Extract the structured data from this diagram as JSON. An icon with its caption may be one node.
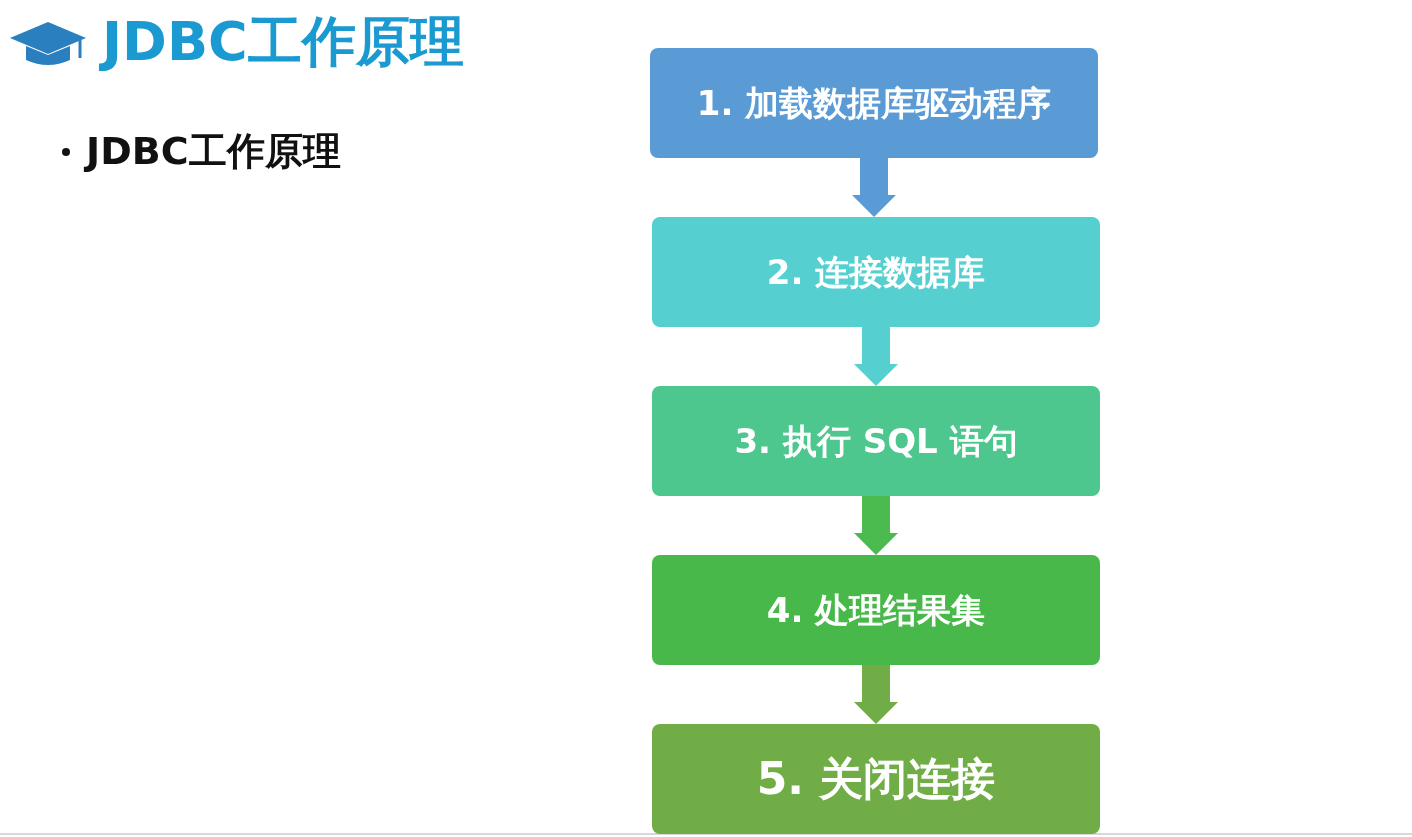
{
  "diagram": {
    "title": "JDBC工作原理",
    "nodes": [
      {
        "text": [
          "1. 加载数据库驱动程序"
        ]
      },
      {
        "text": [
          "2. 连接数据库"
        ]
      },
      {
        "text": [
          "3. 执行 SQL 语句"
        ]
      },
      {
        "text": [
          "4. 处理结果集"
        ]
      },
      {
        "text": [
          "5. 关闭连接"
        ]
      }
    ],
    "edges": [
      {
        "from": 0,
        "to": 1,
        "arrow": "to",
        "color": "#5b9bd5"
      },
      {
        "from": 1,
        "to": 2,
        "arrow": "to",
        "color": "#55cfd0"
      },
      {
        "from": 2,
        "to": 3,
        "arrow": "to",
        "color": "#4cbb4f"
      },
      {
        "from": 3,
        "to": 4,
        "arrow": "to",
        "color": "#70ad47"
      }
    ],
    "labels": [
      "JDBC工作原理"
    ]
  }
}
